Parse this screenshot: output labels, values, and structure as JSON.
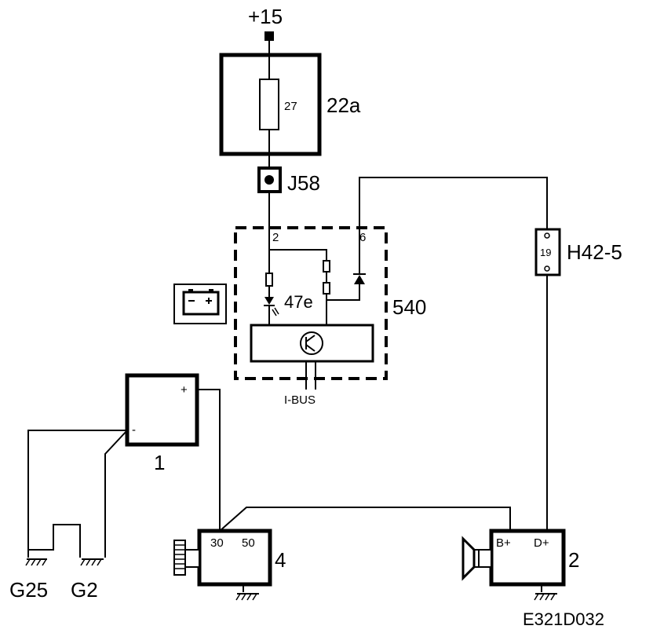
{
  "labels": {
    "supply": "+15",
    "fuse_box": "22a",
    "fuse_number": "27",
    "connector_j58": "J58",
    "module": "540",
    "pin_2": "2",
    "pin_6": "6",
    "led": "47e",
    "bus": "I-BUS",
    "connector_h42": "H42-5",
    "h42_pin": "19",
    "battery": "1",
    "battery_plus": "+",
    "battery_minus": "-",
    "starter": "4",
    "starter_pin_30": "30",
    "starter_pin_50": "50",
    "alternator": "2",
    "alt_b_plus": "B+",
    "alt_d_plus": "D+",
    "ground_g25": "G25",
    "ground_g2": "G2",
    "diagram_code": "E321D032"
  }
}
